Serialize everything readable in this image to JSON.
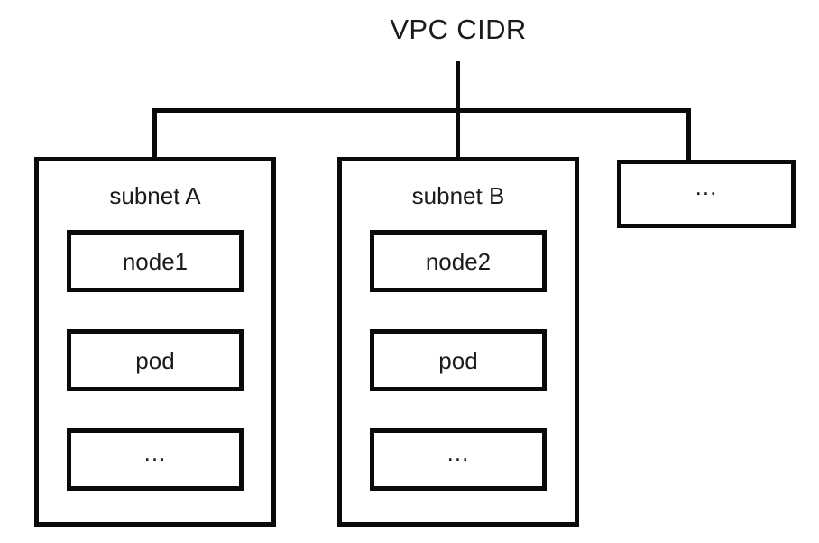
{
  "diagram": {
    "type": "tree",
    "root": {
      "label": "VPC CIDR"
    },
    "children": [
      {
        "name": "subnet-a",
        "title": "subnet A",
        "items": [
          {
            "label": "node1"
          },
          {
            "label": "pod"
          },
          {
            "label": "..."
          }
        ]
      },
      {
        "name": "subnet-b",
        "title": "subnet B",
        "items": [
          {
            "label": "node2"
          },
          {
            "label": "pod"
          },
          {
            "label": "..."
          }
        ]
      },
      {
        "name": "more-subnets",
        "title": "...",
        "items": []
      }
    ],
    "colors": {
      "stroke": "#0a0a0a",
      "text": "#1b1b1b",
      "background": "#ffffff"
    }
  }
}
